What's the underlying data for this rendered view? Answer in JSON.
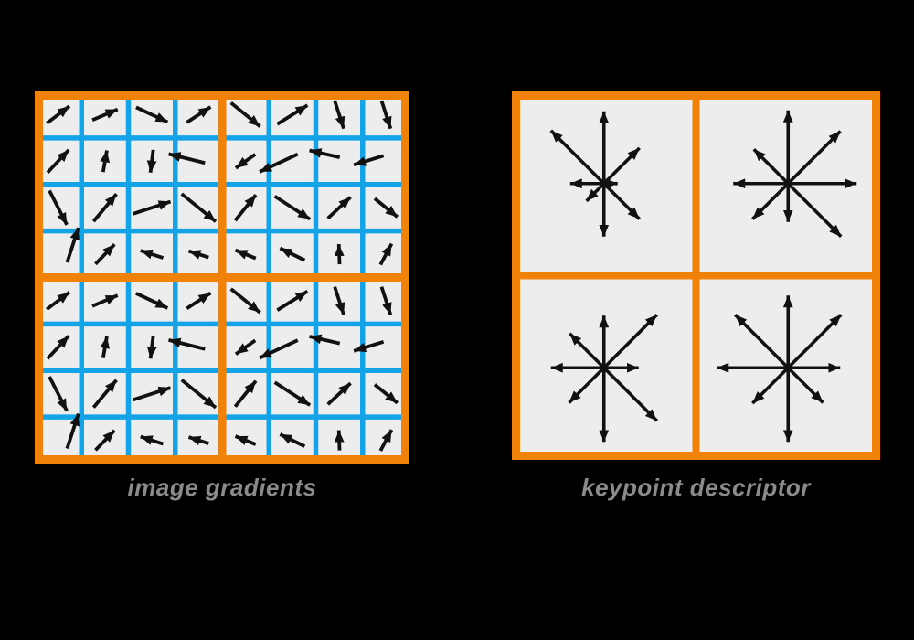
{
  "colors": {
    "background": "#000000",
    "orange": "#F0820A",
    "blue": "#14A3E6",
    "cell_bg": "#EDEDED",
    "arrow": "#111111",
    "label_gray": "#8B8B8B"
  },
  "left_figure": {
    "label": "image gradients",
    "grid": {
      "rows": 8,
      "cols": 8,
      "quadrants": "2x2 orange-bordered groups of 4x4 blue cells"
    },
    "arrow_format": "[angle_deg_ccw_from_east, length_px, offset_x_px, offset_y_px]",
    "arrows": [
      [
        [
          37,
          31
        ],
        [
          23,
          30
        ],
        [
          -25,
          38
        ],
        [
          33,
          31
        ],
        [
          -39,
          41
        ],
        [
          32,
          39
        ],
        [
          -72,
          32
        ],
        [
          -72,
          32
        ]
      ],
      [
        [
          47,
          34
        ],
        [
          80,
          24
        ],
        [
          -97,
          25
        ],
        [
          166,
          41,
          -13,
          -3
        ],
        [
          -145,
          26
        ],
        [
          -155,
          46,
          -15,
          2
        ],
        [
          167,
          34,
          -16,
          -8
        ],
        [
          -163,
          34,
          -19,
          -1
        ]
      ],
      [
        [
          -63,
          42
        ],
        [
          50,
          39
        ],
        [
          18,
          43
        ],
        [
          -39,
          48
        ],
        [
          51,
          36
        ],
        [
          -33,
          46
        ],
        [
          43,
          34
        ],
        [
          -39,
          32
        ]
      ],
      [
        [
          72,
          40,
          16,
          -10
        ],
        [
          46,
          30
        ],
        [
          162,
          26
        ],
        [
          162,
          23
        ],
        [
          158,
          24
        ],
        [
          154,
          30
        ],
        [
          92,
          22
        ],
        [
          62,
          26
        ]
      ],
      [
        [
          37,
          31
        ],
        [
          23,
          30
        ],
        [
          -25,
          38
        ],
        [
          33,
          31
        ],
        [
          -39,
          41
        ],
        [
          32,
          39
        ],
        [
          -72,
          32
        ],
        [
          -72,
          32
        ]
      ],
      [
        [
          47,
          34
        ],
        [
          80,
          24
        ],
        [
          -97,
          25
        ],
        [
          166,
          41,
          -13,
          -3
        ],
        [
          -145,
          26
        ],
        [
          -155,
          46,
          -15,
          2
        ],
        [
          167,
          34,
          -16,
          -8
        ],
        [
          -163,
          34,
          -19,
          -1
        ]
      ],
      [
        [
          -63,
          42
        ],
        [
          50,
          39
        ],
        [
          18,
          43
        ],
        [
          -39,
          48
        ],
        [
          51,
          36
        ],
        [
          -33,
          46
        ],
        [
          43,
          34
        ],
        [
          -39,
          32
        ]
      ],
      [
        [
          72,
          40,
          16,
          -10
        ],
        [
          46,
          30
        ],
        [
          162,
          26
        ],
        [
          162,
          23
        ],
        [
          158,
          24
        ],
        [
          154,
          30
        ],
        [
          92,
          22
        ],
        [
          62,
          26
        ]
      ]
    ]
  },
  "right_figure": {
    "label": "keypoint descriptor",
    "grid": {
      "rows": 2,
      "cols": 2
    },
    "directions_deg": [
      90,
      45,
      0,
      -45,
      -90,
      -135,
      180,
      135
    ],
    "direction_order": [
      "n",
      "ne",
      "e",
      "se",
      "s",
      "sw",
      "w",
      "nw"
    ],
    "cells": [
      {
        "name": "top-left",
        "lengths": [
          79,
          55,
          15,
          55,
          58,
          27,
          37,
          82
        ]
      },
      {
        "name": "top-right",
        "lengths": [
          80,
          81,
          75,
          82,
          42,
          55,
          60,
          53
        ]
      },
      {
        "name": "bottom-left",
        "lengths": [
          57,
          82,
          38,
          82,
          81,
          54,
          58,
          53
        ]
      },
      {
        "name": "bottom-right",
        "lengths": [
          79,
          82,
          57,
          54,
          81,
          55,
          78,
          82
        ]
      }
    ]
  }
}
